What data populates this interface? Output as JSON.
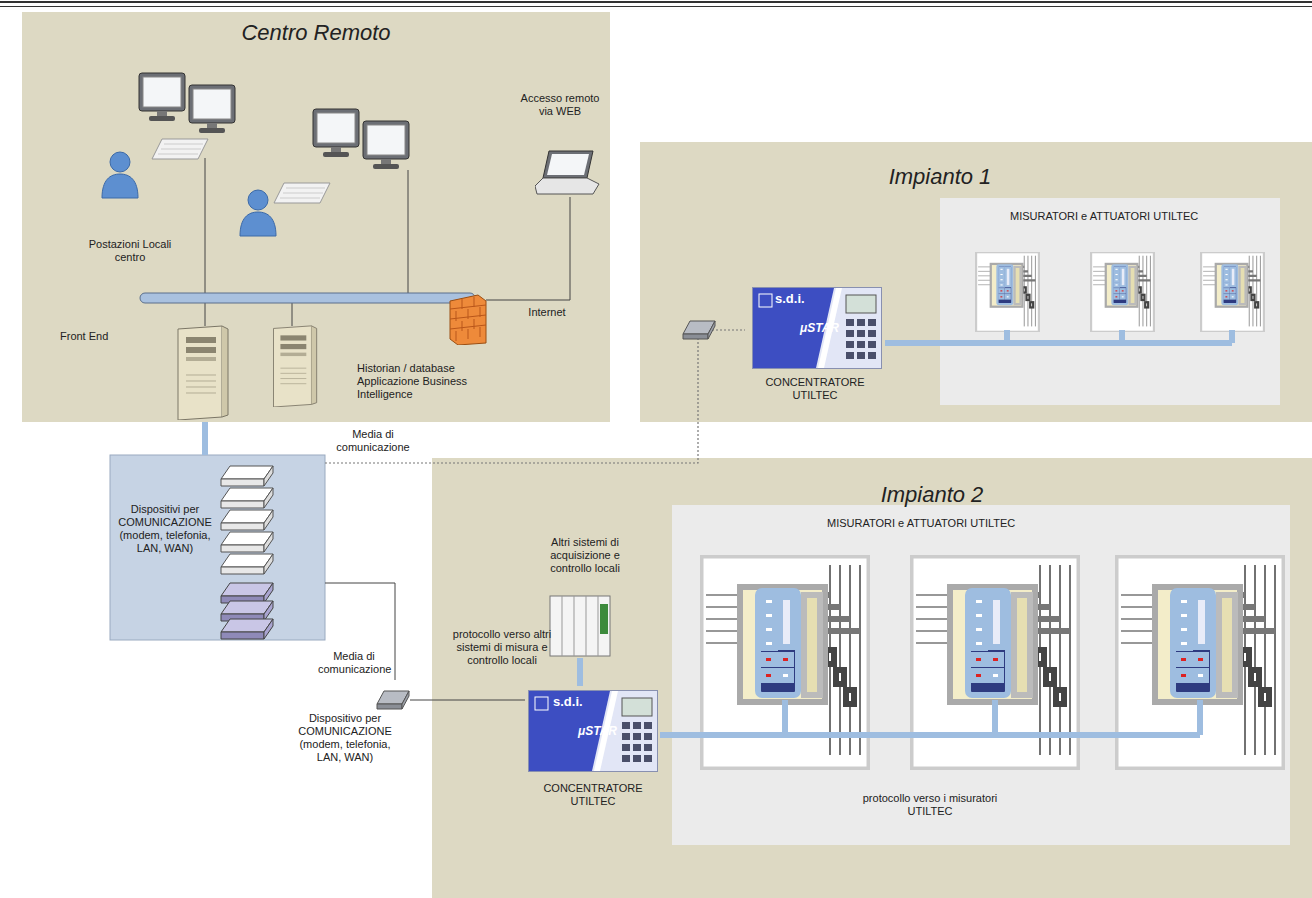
{
  "diagram": {
    "nodes": [
      {
        "text": [
          "Centro Remoto"
        ]
      },
      {
        "text": [
          "Postazioni Locali centro"
        ],
        "in": 0
      },
      {
        "text": [
          "Accesso remoto via WEB"
        ],
        "in": 0
      },
      {
        "text": [
          "Front End"
        ],
        "in": 0
      },
      {
        "text": [
          "Historian / database Applicazione Business Intelligence"
        ],
        "in": 0
      },
      {
        "text": [
          "Dispositivi per COMUNICAZIONE (modem, telefonia, LAN, WAN)"
        ]
      },
      {
        "text": [
          "Impianto 1"
        ]
      },
      {
        "text": [
          "s.d.i.",
          "μSTAR",
          "CONCENTRATORE UTILTEC"
        ],
        "in": 6
      },
      {
        "text": [
          "MISURATORI e ATTUATORI UTILTEC"
        ],
        "in": 6
      },
      {
        "text": [
          "Impianto 2"
        ]
      },
      {
        "text": [
          "Altri sistemi di acquisizione e controllo locali"
        ],
        "in": 9
      },
      {
        "text": [
          "Dispositivo per COMUNICAZIONE (modem, telefonia, LAN, WAN)"
        ]
      },
      {
        "text": [
          "s.d.i.",
          "μSTAR",
          "CONCENTRATORE UTILTEC"
        ],
        "in": 9
      },
      {
        "text": [
          "MISURATORI e ATTUATORI UTILTEC"
        ],
        "in": 9
      }
    ],
    "edges": [
      {
        "from": 3,
        "to": 5,
        "arrow": "none"
      },
      {
        "from": 5,
        "to": 7,
        "label": "Media di comunicazione",
        "arrow": "none"
      },
      {
        "from": 5,
        "to": 11,
        "label": "Media di comunicazione",
        "arrow": "none"
      },
      {
        "from": 11,
        "to": 12,
        "arrow": "none"
      },
      {
        "from": 12,
        "to": 10,
        "label": "protocollo verso altri sistemi di misura e controllo locali",
        "arrow": "none"
      },
      {
        "from": 12,
        "to": 13,
        "label": "protocollo verso i misuratori UTILTEC",
        "arrow": "none"
      },
      {
        "from": 7,
        "to": 8,
        "arrow": "none"
      }
    ],
    "labels": [
      "Internet"
    ]
  }
}
